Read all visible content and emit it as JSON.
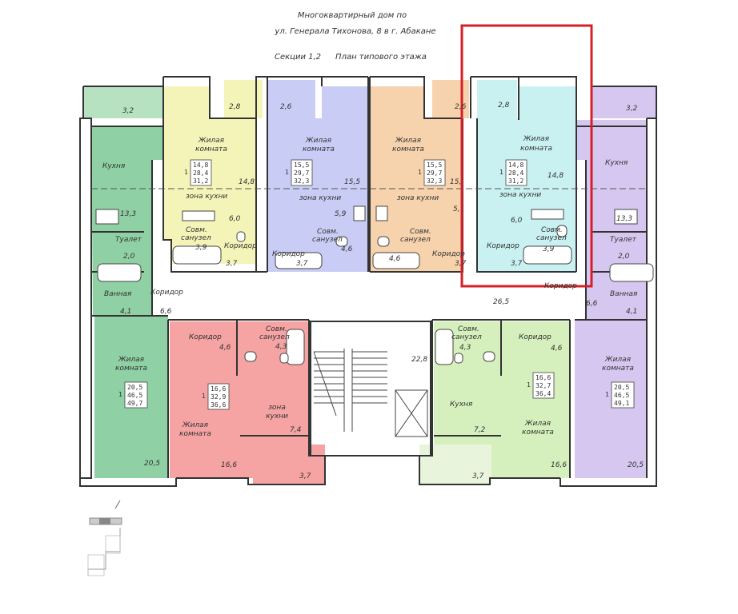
{
  "header": {
    "line1": "Многоквартирный дом по",
    "line2": "ул. Генерала Тихонова, 8 в г. Абакане",
    "line3_left": "Секции 1,2",
    "line3_right": "План типового этажа"
  },
  "colors": {
    "green_apartment": "#8fd0a4",
    "yellow_apartment": "#f5f4b8",
    "blue_apartment": "#c9cdf5",
    "orange_apartment": "#f7d3ad",
    "cyan_apartment": "#c9f1f1",
    "violet_apartment": "#d5c7ef",
    "red_apartment": "#f5a3a3",
    "light_green_apartment": "#d6f0bd",
    "highlight": "#d62027"
  },
  "rooms": {
    "a1": {
      "balcony": "3,2",
      "kitchen": "Кухня",
      "kitchen_area": "13,3",
      "toilet": "Туалет",
      "toilet_area": "2,0",
      "bath": "Ванная",
      "bath_area": "4,1",
      "corridor": "Коридор",
      "corridor_area": "6,6",
      "living1": "Жилая",
      "living2": "комната",
      "living_area": "20,5",
      "box_num": "1",
      "box": [
        "20,5",
        "46,5",
        "49,7"
      ]
    },
    "a2": {
      "balcony": "2,8",
      "living1": "Жилая",
      "living2": "комната",
      "living_area": "14,8",
      "zone": "зона кухни",
      "bath1": "Совм.",
      "bath2": "санузел",
      "bath_area": "3,9",
      "kitchen_zone_area": "6,0",
      "corridor": "Коридор",
      "corridor_area": "3,7",
      "box_num": "1",
      "box": [
        "14,8",
        "28,4",
        "31,2"
      ]
    },
    "a3": {
      "balcony": "2,6",
      "living1": "Жилая",
      "living2": "комната",
      "living_area": "15,5",
      "zone": "зона кухни",
      "kitchen_zone_area": "5,9",
      "bath1": "Совм.",
      "bath2": "санузел",
      "bath_area": "4,6",
      "corridor": "Коридор",
      "corridor_area": "3,7",
      "box_num": "1",
      "box": [
        "15,5",
        "29,7",
        "32,3"
      ]
    },
    "a4": {
      "balcony": "2,6",
      "living1": "Жилая",
      "living2": "комната",
      "living_area": "15,",
      "zone": "зона кухни",
      "kitchen_zone_area": "5,",
      "bath1": "Совм.",
      "bath2": "санузел",
      "bath_area": "4,6",
      "corridor": "Коридор",
      "corridor_area": "3,7",
      "box_num": "1",
      "box": [
        "15,5",
        "29,7",
        "32,3"
      ]
    },
    "a5": {
      "balcony": "2,8",
      "living1": "Жилая",
      "living2": "комната",
      "living_area": "14,8",
      "zone": "зона кухни",
      "kitchen_zone_area": "6,0",
      "bath1": "Совм.",
      "bath2": "санузел",
      "bath_area": "3,9",
      "corridor": "Коридор",
      "corridor_area": "3,7",
      "box_num": "1",
      "box": [
        "14,8",
        "28,4",
        "31,2"
      ]
    },
    "a6": {
      "balcony": "3,2",
      "kitchen": "Кухня",
      "kitchen_area": "13,3",
      "toilet": "Туалет",
      "toilet_area": "2,0",
      "bath": "Ванная",
      "bath_area": "4,1",
      "corridor": "Коридор",
      "corridor_area": "6,6",
      "living1": "Жилая",
      "living2": "комната",
      "living_area": "20,5",
      "box_num": "1",
      "box": [
        "20,5",
        "46,5",
        "49,1"
      ]
    },
    "a7": {
      "corridor": "Коридор",
      "corridor_area": "4,6",
      "bath1": "Совм.",
      "bath2": "санузел",
      "bath_area": "4,3",
      "zone1": "зона",
      "zone2": "кухни",
      "kitchen_zone_area": "7,4",
      "living1": "Жилая",
      "living2": "комната",
      "living_area": "16,6",
      "balcony": "3,7",
      "box_num": "1",
      "box": [
        "16,6",
        "32,9",
        "36,6"
      ]
    },
    "a8": {
      "corridor": "Коридор",
      "corridor_area": "4,6",
      "bath1": "Совм.",
      "bath2": "санузел",
      "bath_area": "4,3",
      "kitchen": "Кухня",
      "kitchen_area": "7,2",
      "living1": "Жилая",
      "living2": "комната",
      "living_area": "16,6",
      "balcony": "3,7",
      "box_num": "1",
      "box": [
        "16,6",
        "32,7",
        "36,4"
      ]
    },
    "common": {
      "hall_area": "26,5",
      "stair_area": "22,8"
    }
  }
}
